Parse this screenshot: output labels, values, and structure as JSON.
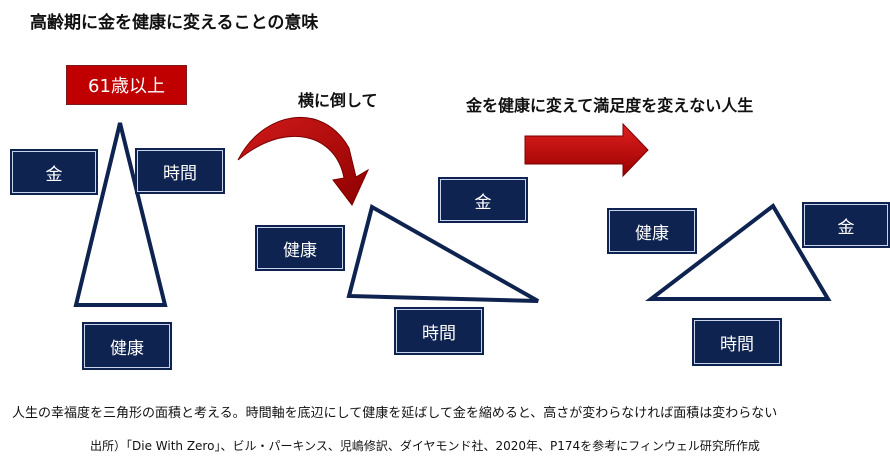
{
  "title": "高齢期に金を健康に変えることの意味",
  "age_label": "61歳以上",
  "stage1": {
    "money": "金",
    "time": "時間",
    "health": "健康"
  },
  "rotate_label": "横に倒して",
  "stage2": {
    "money": "金",
    "time": "時間",
    "health": "健康"
  },
  "convert_label": "金を健康に変えて満足度を変えない人生",
  "stage3": {
    "money": "金",
    "time": "時間",
    "health": "健康"
  },
  "explanation": "人生の幸福度を三角形の面積と考える。時間軸を底辺にして健康を延ばして金を縮めると、高さが変わらなければ面積は変わらない",
  "source": "出所）「Die With Zero」、ビル・パーキンス、児嶋修訳、ダイヤモンド社、2020年、P174を参考にフィンウェル研究所作成",
  "colors": {
    "navy": "#0f2350",
    "red": "#c00000",
    "triangle_stroke": "#0f2350"
  }
}
